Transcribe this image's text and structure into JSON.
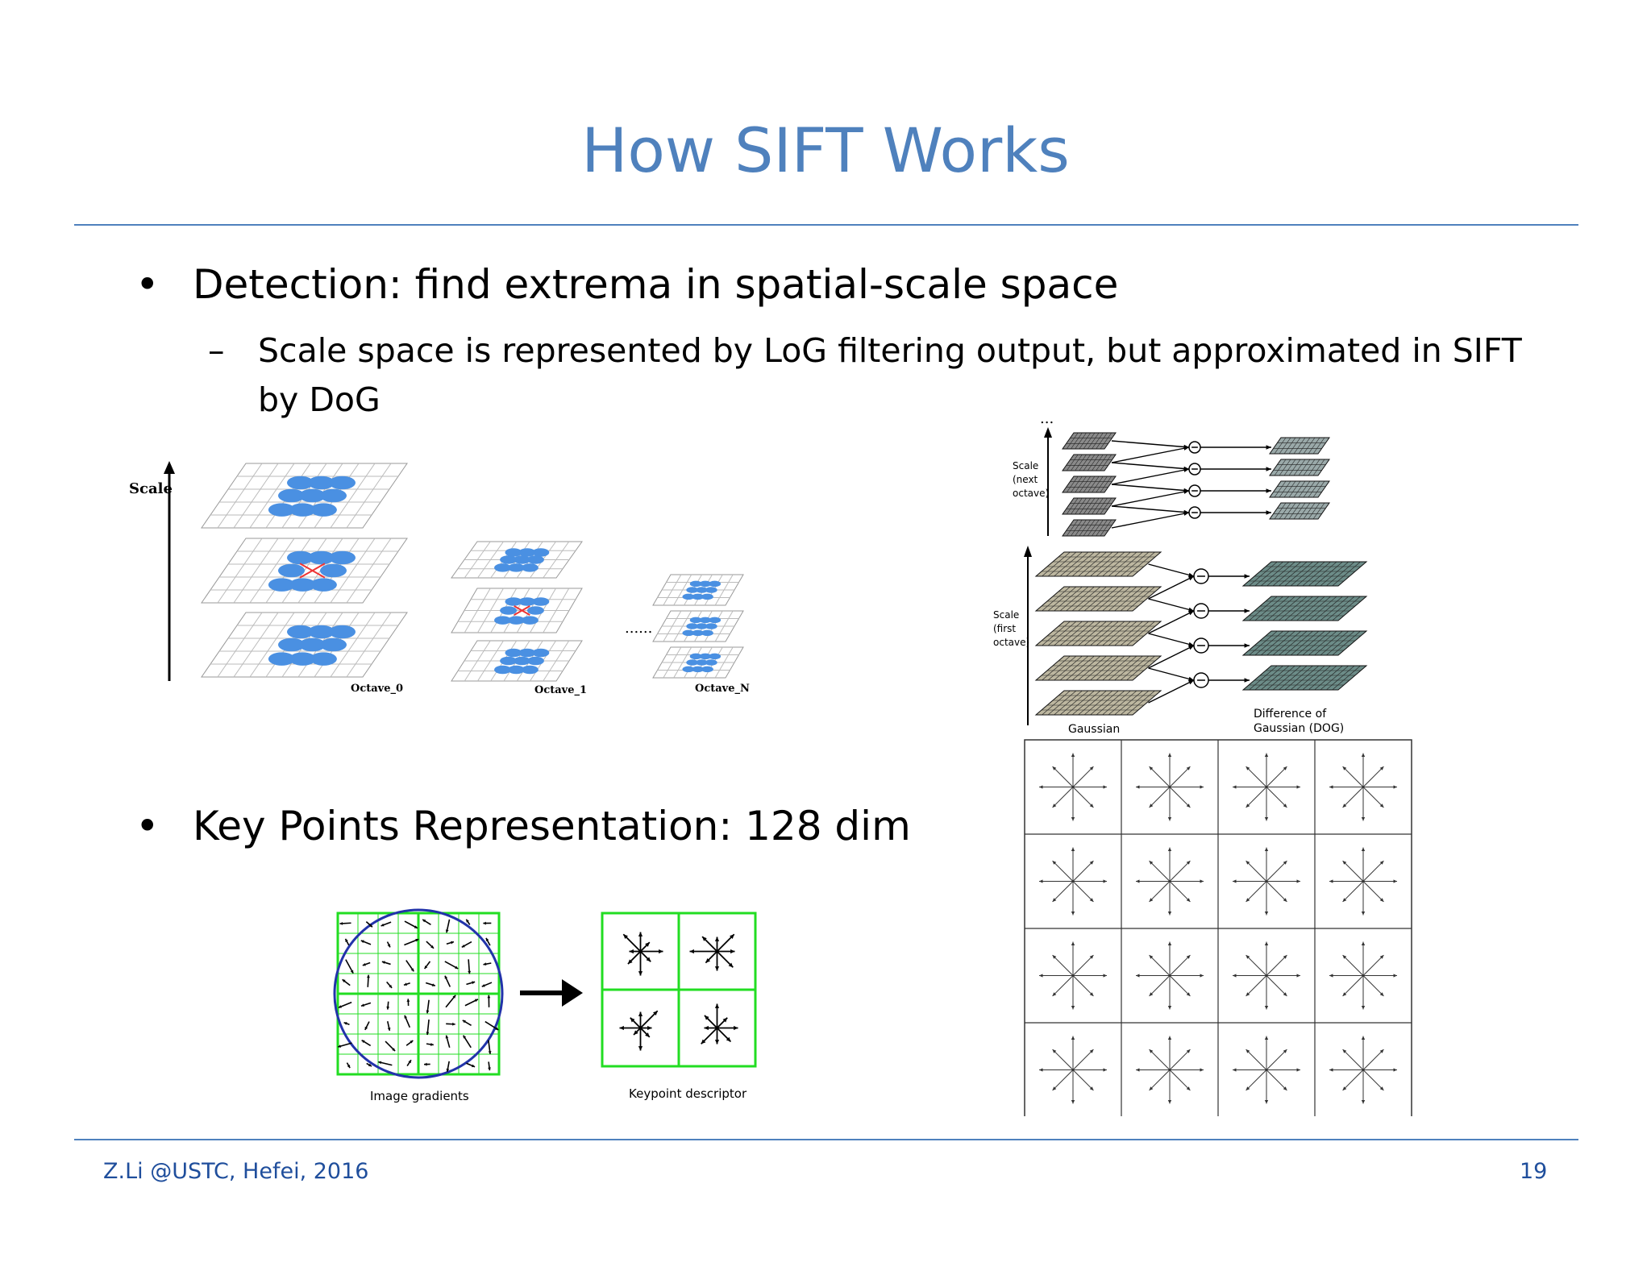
{
  "slide": {
    "title": "How SIFT Works",
    "bullet1": "Detection: find extrema in spatial-scale space",
    "bullet1_sub_line1": "Scale space is represented by LoG filtering output, but approximated in SIFT",
    "bullet1_sub_line2": "by DoG",
    "bullet2": "Key Points Representation: 128 dim",
    "bullet_glyph": "•",
    "dash_glyph": "–"
  },
  "figure_octaves": {
    "scale_label": "Scale",
    "ellipsis": "......",
    "octave_labels": [
      "Octave_0",
      "Octave_1",
      "Octave_N"
    ]
  },
  "figure_dog": {
    "top_dots": "...",
    "scale_next_octave": [
      "Scale",
      "(next",
      "octave)"
    ],
    "scale_first_octave": [
      "Scale",
      "(first",
      "octave)"
    ],
    "gaussian_label": "Gaussian",
    "dog_label": [
      "Difference of",
      "Gaussian (DOG)"
    ],
    "minus_symbol": "−"
  },
  "figure_gradients": {
    "image_gradients_label": "Image gradients",
    "keypoint_descriptor_label": "Keypoint descriptor"
  },
  "figure_histogram_grid": {
    "colors": {
      "line": "#333333"
    }
  },
  "footer": {
    "author": "Z.Li @USTC, Hefei, 2016",
    "page": "19"
  },
  "colors": {
    "title": "#4f81bd",
    "rule": "#4f81bd",
    "blob": "#4a90e2",
    "green_grid": "#22dd22",
    "circle": "#2233aa"
  }
}
